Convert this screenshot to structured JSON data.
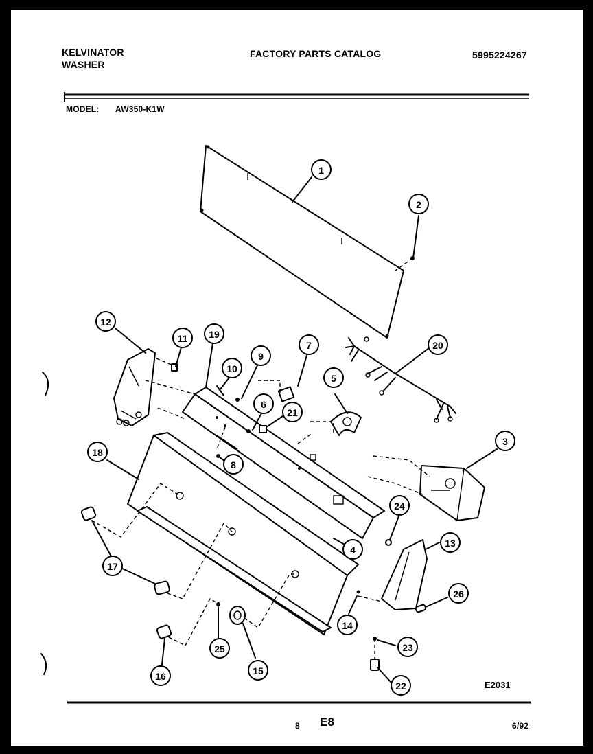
{
  "header": {
    "brand": "KELVINATOR",
    "product": "WASHER",
    "title": "FACTORY PARTS CATALOG",
    "catalog_number": "5995224267"
  },
  "model": {
    "label": "MODEL:",
    "value": "AW350-K1W"
  },
  "callouts": [
    "1",
    "2",
    "3",
    "4",
    "5",
    "6",
    "7",
    "8",
    "9",
    "10",
    "11",
    "12",
    "13",
    "14",
    "15",
    "16",
    "17",
    "18",
    "19",
    "20",
    "21",
    "22",
    "23",
    "24",
    "25",
    "26"
  ],
  "diagram_code": "E2031",
  "footer": {
    "page_number": "8",
    "section": "E8",
    "date": "6/92"
  }
}
